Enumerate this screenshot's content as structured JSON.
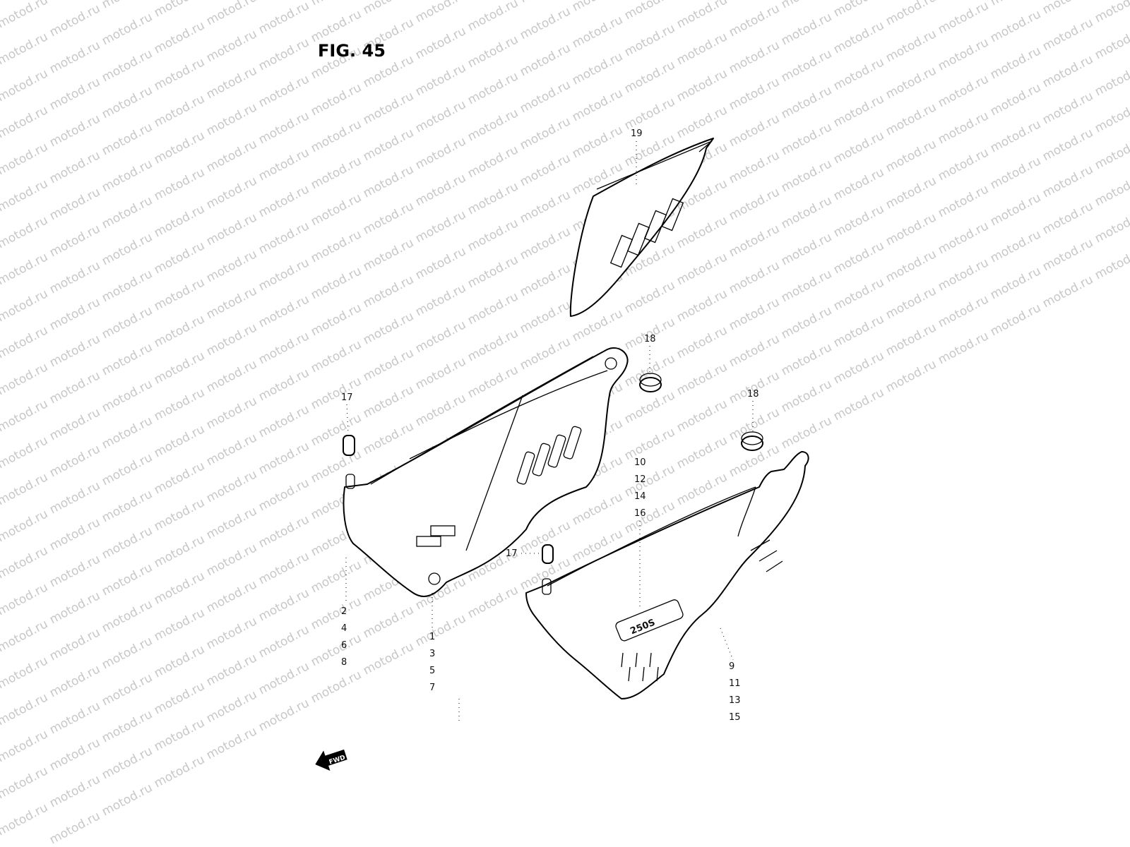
{
  "figure": {
    "title": "FIG. 45",
    "watermark": "motod.ru",
    "fwd_label": "FWD",
    "emblem_text": "250S"
  },
  "callouts": {
    "c19": "19",
    "c18a": "18",
    "c18b": "18",
    "c17a": "17",
    "c17b": "17",
    "right_upper": [
      "10",
      "12",
      "14",
      "16"
    ],
    "left_lower": [
      "2",
      "4",
      "6",
      "8"
    ],
    "center_lower": [
      "1",
      "3",
      "5",
      "7"
    ],
    "right_lower": [
      "9",
      "11",
      "13",
      "15"
    ]
  }
}
